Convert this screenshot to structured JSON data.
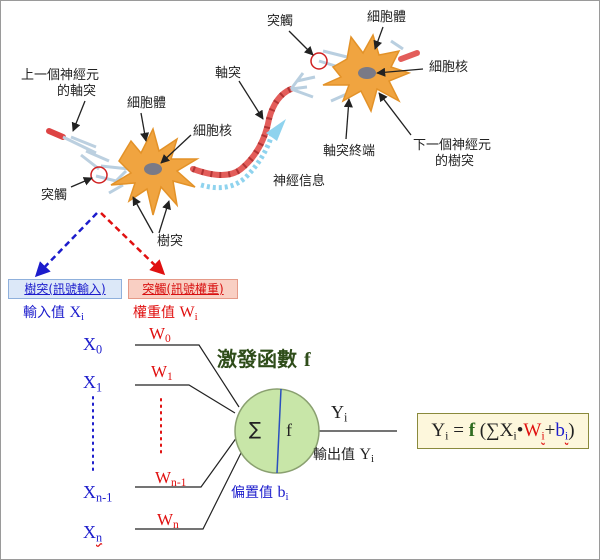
{
  "labels": {
    "synapse_top": "突觸",
    "cell_body_right": "細胞體",
    "nucleus_right": "細胞核",
    "axon_prev_1": "上一個神經元",
    "axon_prev_2": "的軸突",
    "cell_body_left": "細胞體",
    "axon_label": "軸突",
    "nucleus_left": "細胞核",
    "axon_terminal": "軸突終端",
    "dendrite_next_1": "下一個神經元",
    "dendrite_next_2": "的樹突",
    "neural_signal": "神經信息",
    "synapse_left": "突觸",
    "dendrite": "樹突"
  },
  "legend": {
    "dendrite_input": "樹突(訊號輸入)",
    "synapse_weight": "突觸(訊號權重)"
  },
  "inputs": {
    "title": "輸入值",
    "title_var": "X",
    "title_sub": "i",
    "x0": "X",
    "x0_sub": "0",
    "x1": "X",
    "x1_sub": "1",
    "xn1": "X",
    "xn1_sub": "n-1",
    "xn": "X",
    "xn_sub": "n"
  },
  "weights": {
    "title": "權重值",
    "title_var": "W",
    "title_sub": "i",
    "w0": "W",
    "w0_sub": "0",
    "w1": "W",
    "w1_sub": "1",
    "wn1": "W",
    "wn1_sub": "n-1",
    "wn": "W",
    "wn_sub": "n"
  },
  "activation": {
    "title": "激發函數",
    "title_f": "f",
    "sum_symbol": "∑",
    "f_symbol": "f",
    "bias": "偏置值",
    "bias_var": "b",
    "bias_sub": "i"
  },
  "output": {
    "y": "Y",
    "y_sub": "i",
    "label": "輸出值",
    "label_var": "Y",
    "label_sub": "i"
  },
  "formula": {
    "lhs": "Y",
    "lhs_sub": "i",
    "eq": "=",
    "f": "f",
    "open": "(∑X",
    "x_sub": "i",
    "dot": "•",
    "w": "W",
    "w_sub": "i",
    "plus": "+",
    "b": "b",
    "b_sub": "i",
    "close": ")"
  },
  "colors": {
    "neuron_body": "#f0a440",
    "nucleus": "#7a7a86",
    "axon": "#e35d5a",
    "signal_arrow": "#8fd3ee",
    "input_blue": "#1c1ccc",
    "weight_red": "#e01010",
    "activation_green": "#c8e6a8",
    "formula_bg": "#fdf7dc"
  }
}
